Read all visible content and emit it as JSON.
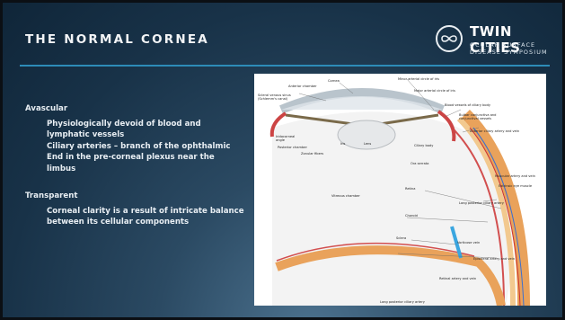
{
  "slide": {
    "title": "THE NORMAL CORNEA"
  },
  "logo": {
    "name": "TWIN CITIES",
    "line1": "OCULAR SURFACE",
    "line2": "DISEASE SYMPOSIUM"
  },
  "content": {
    "section1": {
      "heading": "Avascular",
      "bullets": [
        "Physiologically devoid of blood and lymphatic vessels",
        "Ciliary arteries – branch of the ophthalmic",
        "End in the pre-corneal plexus near the limbus"
      ]
    },
    "section2": {
      "heading": "Transparent",
      "bullets": [
        "Corneal clarity is a result of intricate balance between its cellular components"
      ]
    }
  },
  "diagram": {
    "labels": [
      "Cornea",
      "Anterior chamber",
      "Scleral venous sinus (Schlemm's canal)",
      "Minor arterial circle of iris",
      "Major arterial circle of iris",
      "Blood vessels of ciliary body",
      "Bulbar conjunctiva and conjunctival vessels",
      "Anterior ciliary artery and vein",
      "Iridocorneal angle",
      "Posterior chamber",
      "Zonular fibers",
      "Iris",
      "Lens",
      "Ciliary body",
      "Ora serrata",
      "Muscular artery and vein",
      "Extrinsic eye muscle",
      "Retina",
      "Long posterior ciliary artery",
      "Vitreous chamber",
      "Choroid",
      "Sclera",
      "Vorticose vein",
      "Episcleral artery and vein",
      "Retinal artery and vein",
      "Long posterior ciliary artery"
    ]
  },
  "colors": {
    "accent_rule": "#2d8cb8",
    "title_text": "#f2f4f6",
    "body_text": "#e8eef3"
  }
}
